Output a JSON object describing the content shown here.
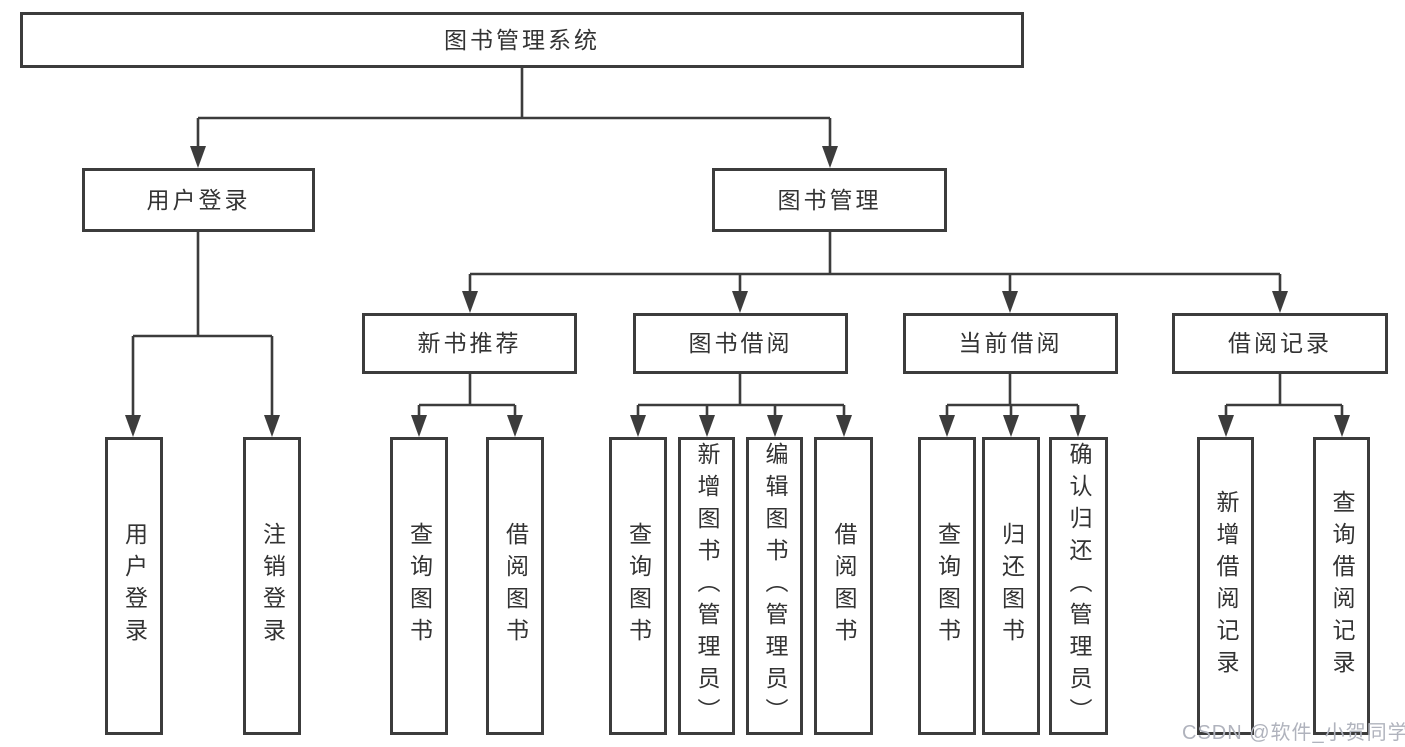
{
  "root": {
    "label": "图书管理系统"
  },
  "branches": [
    {
      "label": "用户登录",
      "children": [
        {
          "label": "用户登录"
        },
        {
          "label": "注销登录"
        }
      ]
    },
    {
      "label": "图书管理",
      "sections": [
        {
          "label": "新书推荐",
          "children": [
            {
              "label": "查询图书"
            },
            {
              "label": "借阅图书"
            }
          ]
        },
        {
          "label": "图书借阅",
          "children": [
            {
              "label": "查询图书"
            },
            {
              "label": "新增图书（管理员）"
            },
            {
              "label": "编辑图书（管理员）"
            },
            {
              "label": "借阅图书"
            }
          ]
        },
        {
          "label": "当前借阅",
          "children": [
            {
              "label": "查询图书"
            },
            {
              "label": "归还图书"
            },
            {
              "label": "确认归还（管理员）"
            }
          ]
        },
        {
          "label": "借阅记录",
          "children": [
            {
              "label": "新增借阅记录"
            },
            {
              "label": "查询借阅记录"
            }
          ]
        }
      ]
    }
  ],
  "watermark": {
    "text": "CSDN @软件_小贺同学"
  },
  "colors": {
    "line": "#3c3c3c",
    "text": "#333333",
    "watermark_color": "#b0b3bd",
    "background": "#ffffff"
  }
}
